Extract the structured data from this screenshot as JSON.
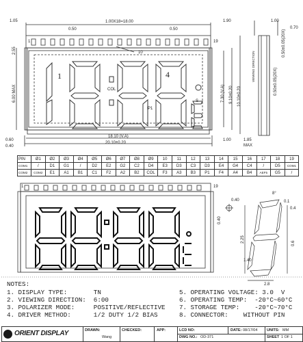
{
  "dimensions": {
    "top_width": "1.00X18=18.00",
    "pitch_left": "0.50",
    "pitch_right": "0.50",
    "left_edge": "1.05",
    "right_edge": "1.90",
    "right_thk": "0.70",
    "right_thk_b": "1.00",
    "offset_a": "2.55",
    "height_max": "6.00 MAX",
    "va_width": "18.10 (V.A)",
    "overall_width": "20.10±0.20",
    "bottom_left_a": "0.60",
    "bottom_left_b": "0.40",
    "bottom_right_a": "1.00",
    "bottom_right_b": "1.85",
    "bottom_right_c": "MAX",
    "va_height": "7.30 (V.A)",
    "h_a": "9.10±0.20",
    "h_b": "10.10±0.20",
    "lead_a": "0.50±0.05(20X)",
    "lead_b": "0.50±0.05(20X)",
    "viewing_dir": "VIEWING DIRECTION",
    "marker_10": "10",
    "pin1": "1",
    "pin19": "19",
    "pin1b": "1",
    "pin19b": "19",
    "col": "COL",
    "digit1": "1",
    "digit4": "4",
    "p1": "P1",
    "s": "S"
  },
  "pin_table": {
    "rows": [
      [
        "PIN",
        "Ø1",
        "Ø2",
        "Ø3",
        "Ø4",
        "Ø5",
        "Ø6",
        "Ø7",
        "Ø8",
        "Ø9",
        "10",
        "11",
        "12",
        "13",
        "14",
        "15",
        "16",
        "17",
        "18",
        "19"
      ],
      [
        "COM1",
        "/",
        "D1",
        "G1",
        "/",
        "D2",
        "E2",
        "G2",
        "C2",
        "D4",
        "E3",
        "D3",
        "C3",
        "D3",
        "E4",
        "G4",
        "C4",
        "/",
        "D5",
        "COM1"
      ],
      [
        "COM2",
        "COM2",
        "E1",
        "A1",
        "B1",
        "C1",
        "F2",
        "A2",
        "B2",
        "COL",
        "F3",
        "A3",
        "B3",
        "P1",
        "F4",
        "A4",
        "B4",
        "AEF5",
        "G5",
        "/"
      ]
    ]
  },
  "segment_detail": {
    "dia": "0.40",
    "r": "0.40",
    "angle": "8°",
    "d01": "0.1",
    "d04": "0.4",
    "d225": "2.25",
    "d06": "0.6",
    "d140": "1.40",
    "d28": "2.8"
  },
  "notes": {
    "title": "NOTES:",
    "left": [
      "1. DISPLAY TYPE:       TN",
      "2. VIEWING DIRECTION:  6:00",
      "3. POLARIZER MODE:     POSITIVE/REFLECTIVE",
      "4. DRIVER METHOD:      1/2 DUTY 1/2 BIAS"
    ],
    "right": [
      "5. OPERATING VOLTAGE: 3.0  V",
      "6. OPERATING TEMP:  -20°C~60°C",
      "7. STORAGE TEMP:    -20°C~70°C",
      "8. CONNECTOR:    WITHOUT PIN"
    ]
  },
  "title_block": {
    "company": "ORIENT DISPLAY",
    "drawn_label": "DRAWN:",
    "drawn_value": "Wang",
    "checked_label": "CHECKED:",
    "app_label": "APP:",
    "lcd_no_label": "LCD NO:",
    "dwg_no_label": "DWG NO.:",
    "dwg_no_value": "OD-371",
    "date_label": "DATE:",
    "date_value": "08/17/04",
    "units_label": "UNITS:",
    "units_value": "MM",
    "sheet_label": "SHEET",
    "sheet_value": "1 OF 1"
  },
  "colors": {
    "line": "#333333",
    "logo_bg": "#1a1a1a",
    "paper": "#ffffff"
  }
}
